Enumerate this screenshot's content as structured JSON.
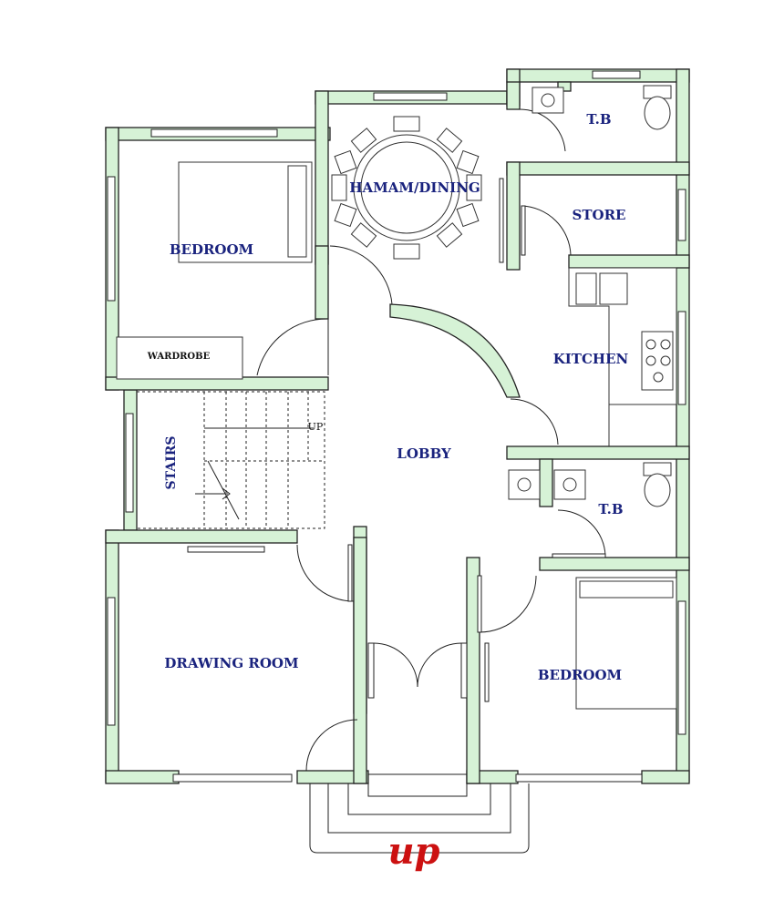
{
  "plan": {
    "rooms": {
      "bedroom_top": "BEDROOM",
      "wardrobe": "WARDROBE",
      "hamam_dining": "HAMAM/DINING",
      "tb_top": "T.B",
      "store": "STORE",
      "kitchen": "KITCHEN",
      "stairs": "STAIRS",
      "stairs_up": "UP",
      "lobby": "LOBBY",
      "tb_mid": "T.B",
      "drawing_room": "DRAWING ROOM",
      "bedroom_bottom": "BEDROOM"
    },
    "entry_mark": "up"
  }
}
